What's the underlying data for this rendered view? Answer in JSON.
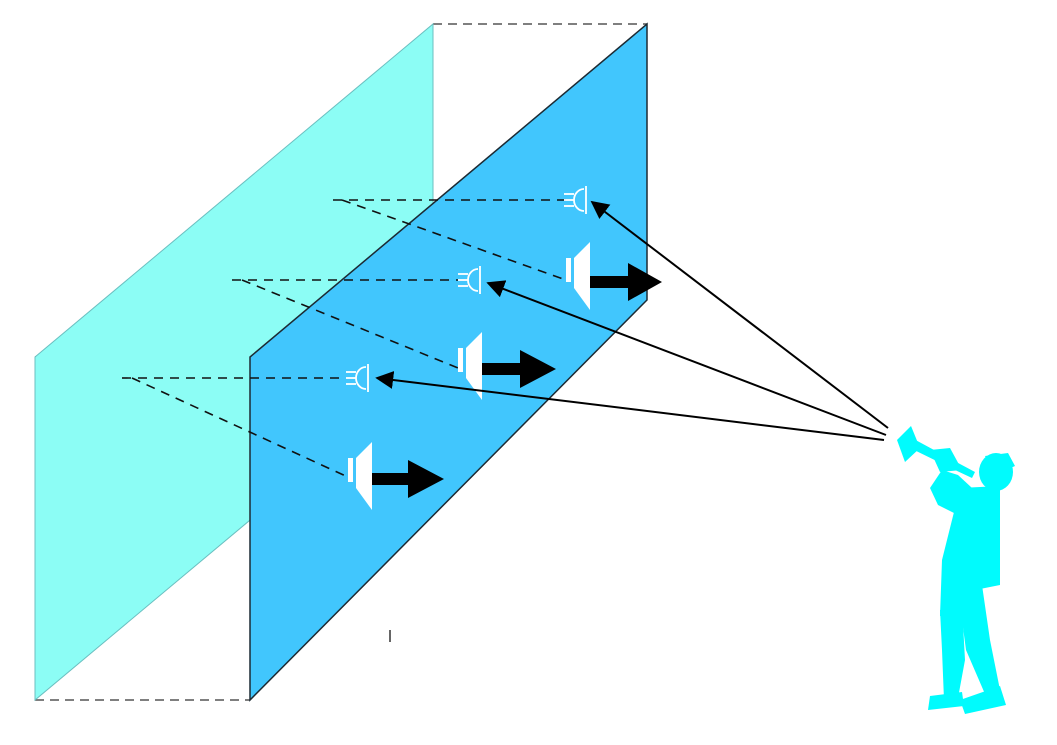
{
  "colors": {
    "back_plane": "#8cfdf5",
    "front_plane": "#41c6fd",
    "performer": "#00fbfd",
    "speaker": "#ffffff",
    "arrow": "#000000"
  },
  "icons": {
    "microphone": "microphone-icon",
    "loudspeaker": "speaker-icon",
    "performer": "trumpet-player-silhouette"
  },
  "microphone_count": 3,
  "loudspeaker_count": 3
}
